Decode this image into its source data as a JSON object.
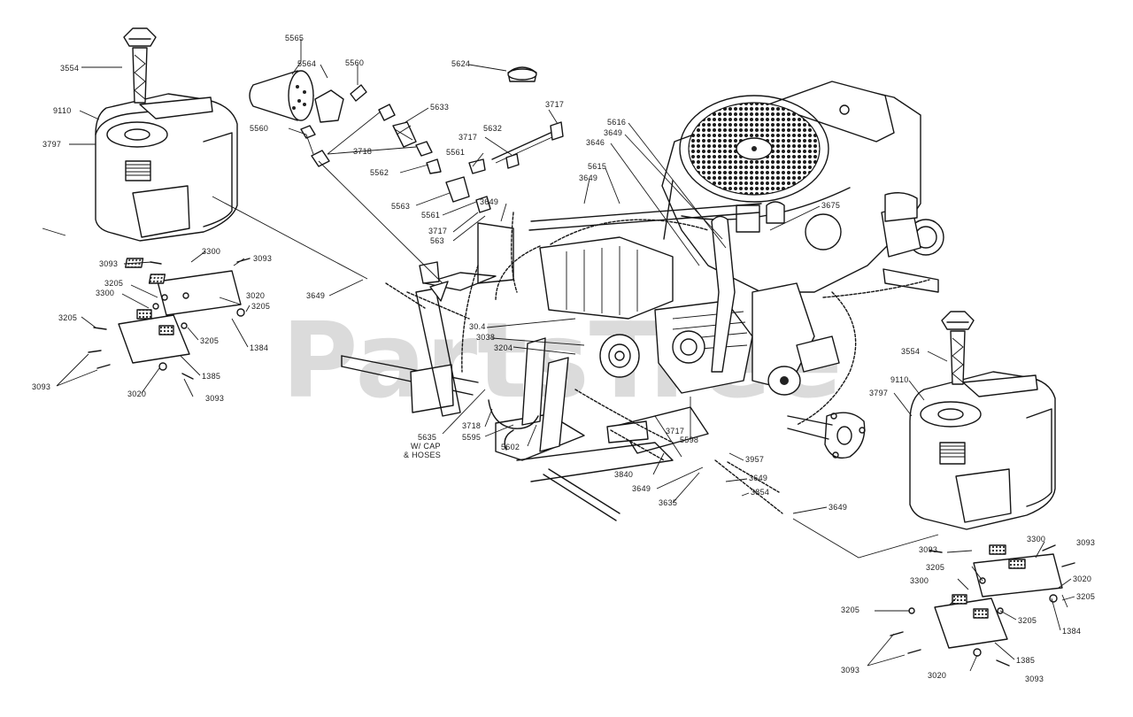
{
  "watermark": "PartsTree",
  "labels": {
    "l5565": "5565",
    "l5564": "5564",
    "l5560a": "5560",
    "l5560b": "5560",
    "l5633": "5633",
    "l5624": "5624",
    "l3717a": "3717",
    "l3717b": "3717",
    "l3717c": "3717",
    "l3717d": "3717",
    "l5632": "5632",
    "l5561a": "5561",
    "l5561b": "5561",
    "l3718a": "3718",
    "l3718b": "3718",
    "l5562": "5562",
    "l5563": "5563",
    "l563": "563",
    "l5616": "5616",
    "l3649a": "3649",
    "l3649b": "3649",
    "l3649c": "3649",
    "l3649d": "3649",
    "l3649e": "3649",
    "l3649f": "3649",
    "l3649g": "3649",
    "l3646": "3646",
    "l5615": "5615",
    "l3675": "3675",
    "l3554a": "3554",
    "l3554b": "3554",
    "l9110a": "9110",
    "l9110b": "9110",
    "l3797a": "3797",
    "l3797b": "3797",
    "l3093a": "3093",
    "l3300a": "3300",
    "l3093b": "3093",
    "l3205a": "3205",
    "l3300b": "3300",
    "l3020a": "3020",
    "l3205b": "3205",
    "l3205c": "3205",
    "l3205d": "3205",
    "l1384a": "1384",
    "l1385a": "1385",
    "l3093c": "3093",
    "l3020b": "3020",
    "l3093d": "3093",
    "l3093e": "3093",
    "l3300c": "3300",
    "l3093f": "3093",
    "l3205e": "3205",
    "l3020c": "3020",
    "l3300d": "3300",
    "l3205f": "3205",
    "l3205g": "3205",
    "l1384b": "1384",
    "l3205h": "3205",
    "l1385b": "1385",
    "l3093g": "3093",
    "l3020d": "3020",
    "l3093h": "3093",
    "l304": "30.4",
    "l3038": "3038",
    "l3204": "3204",
    "l5635": "5635",
    "l5635b": "W/ CAP",
    "l5635c": "& HOSES",
    "l5595": "5595",
    "l5602": "5602",
    "l5598": "5598",
    "l3840": "3840",
    "l3635": "3635",
    "l3957": "3957",
    "l3854": "3854"
  }
}
